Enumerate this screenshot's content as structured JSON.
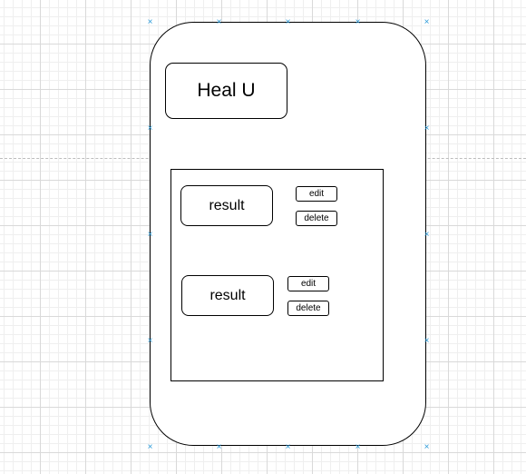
{
  "app_title": "Heal U",
  "results": [
    {
      "label": "result",
      "edit_label": "edit",
      "delete_label": "delete"
    },
    {
      "label": "result",
      "edit_label": "edit",
      "delete_label": "delete"
    }
  ],
  "colors": {
    "stroke": "#000000",
    "selection_handle": "#2b9ad8",
    "grid": "#d9d9d9"
  },
  "icons": {
    "selection_handle": "cross-marker-icon"
  }
}
